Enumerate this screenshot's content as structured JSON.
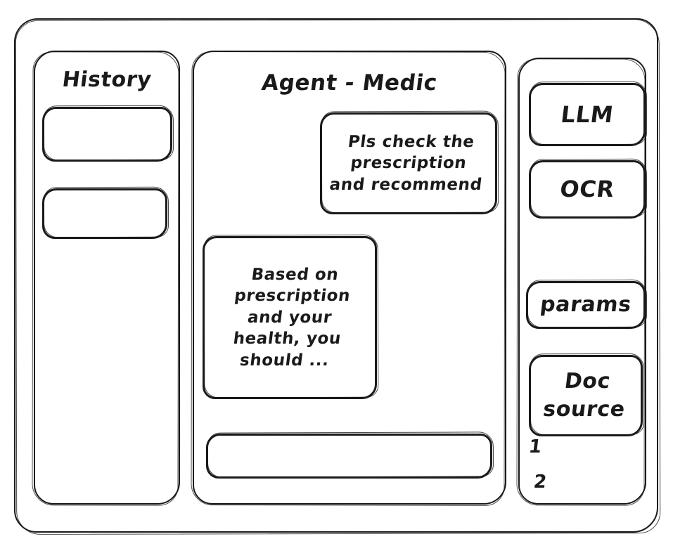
{
  "window": {
    "title": "Agent - Medic"
  },
  "sidebar": {
    "title": "History",
    "items": [
      {
        "name": "history-item-1",
        "label": ""
      },
      {
        "name": "history-item-2",
        "label": ""
      }
    ]
  },
  "chat": {
    "title": "Agent - Medic",
    "messages": [
      {
        "role": "user",
        "text": "Pls check the\nprescription\nand recommend"
      },
      {
        "role": "agent",
        "text": "Based on\nprescription\nand your\nhealth, you\nshould ..."
      }
    ],
    "composer": {
      "value": "",
      "placeholder": ""
    }
  },
  "tools": {
    "items": [
      {
        "name": "llm",
        "label": "LLM"
      },
      {
        "name": "ocr",
        "label": "OCR"
      },
      {
        "name": "params",
        "label": "params"
      },
      {
        "name": "doc-source",
        "label": "Doc\nsource"
      }
    ],
    "doc_sources": [
      {
        "index": "1"
      },
      {
        "index": "2"
      }
    ]
  },
  "style": {
    "ink": "#1a1a1a",
    "paper": "#ffffff"
  }
}
